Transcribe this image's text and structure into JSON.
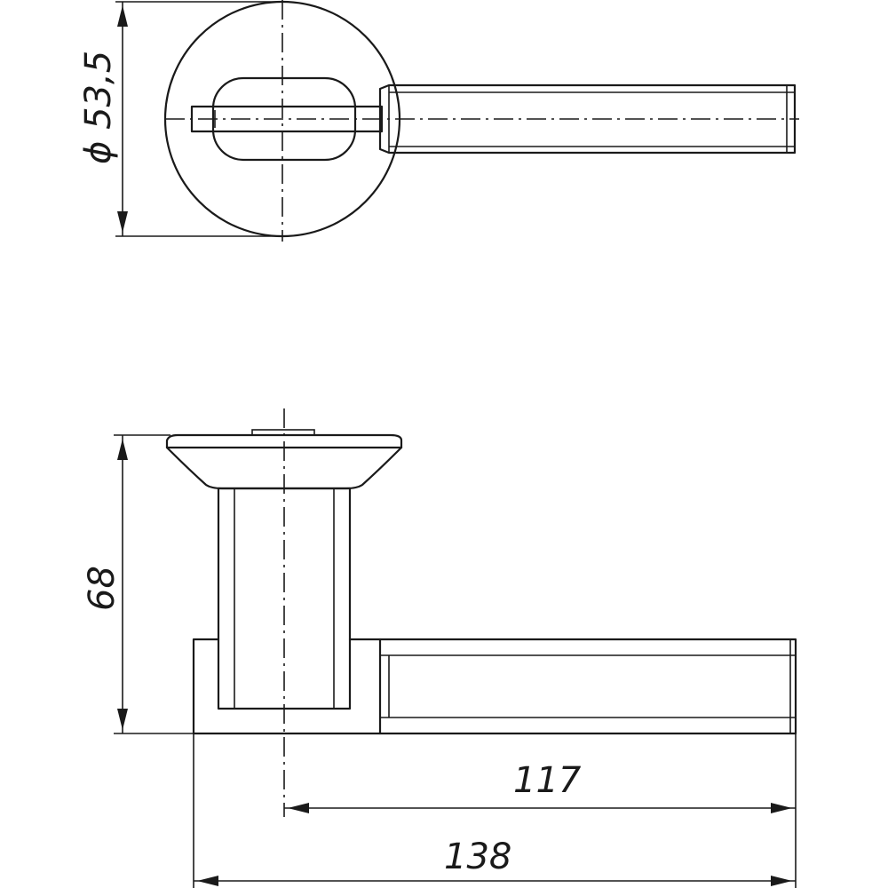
{
  "dimensions": {
    "diameter": "ϕ 53,5",
    "height": "68",
    "projection": "117",
    "length": "138"
  }
}
